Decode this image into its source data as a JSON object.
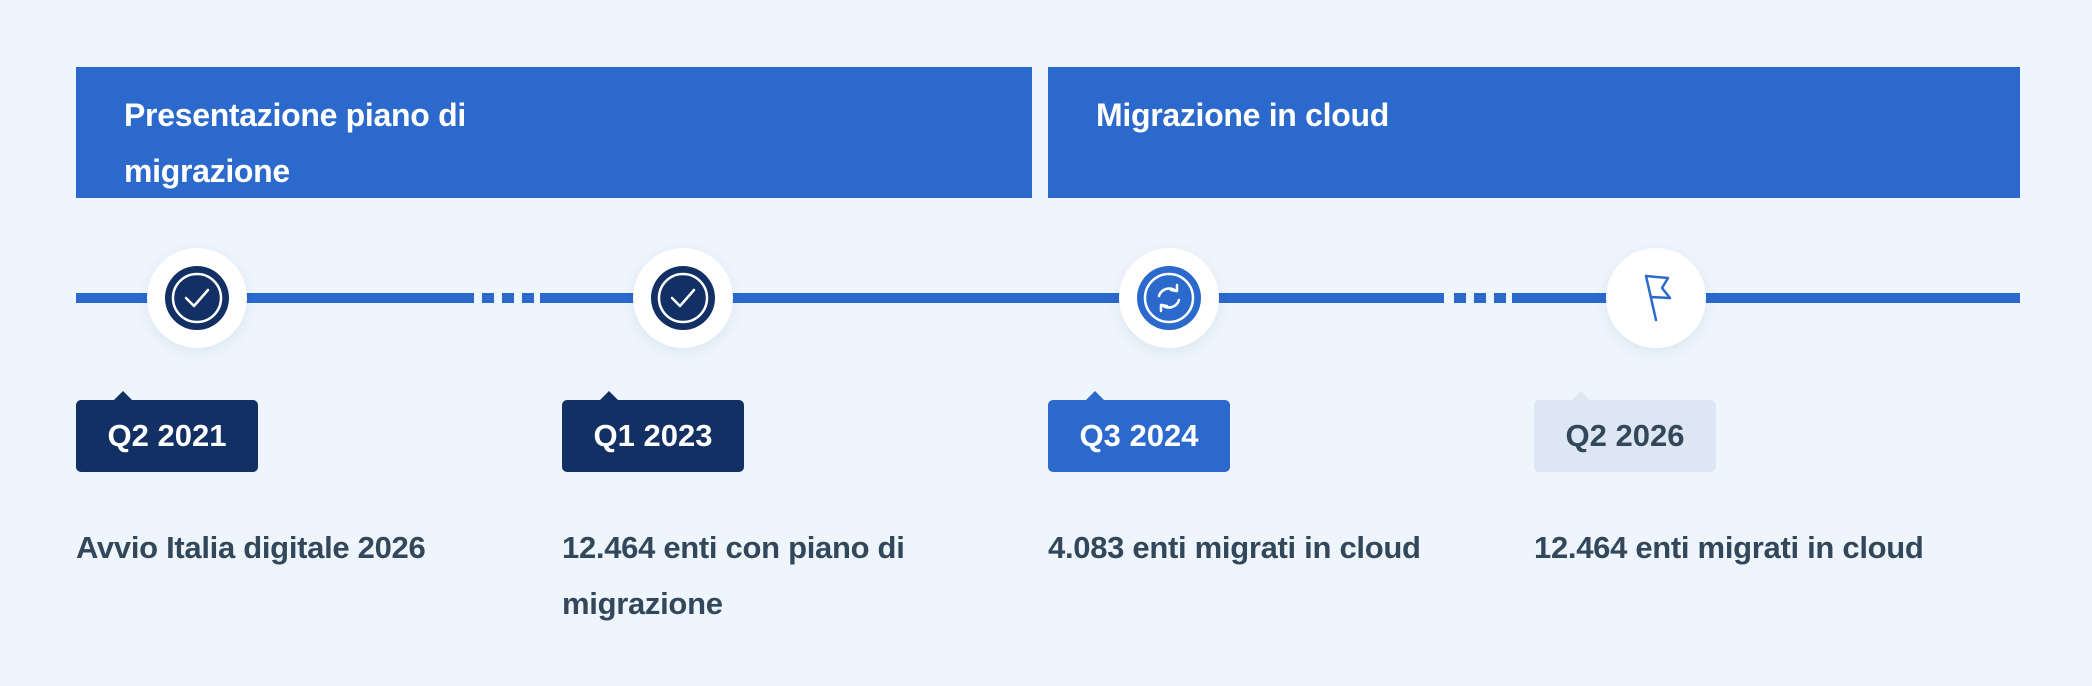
{
  "phases": [
    {
      "label": "Presentazione piano di migrazione"
    },
    {
      "label": "Migrazione in cloud"
    }
  ],
  "milestones": [
    {
      "date": "Q2 2021",
      "description": "Avvio Italia digitale 2026",
      "status": "completed",
      "icon": "check-icon"
    },
    {
      "date": "Q1 2023",
      "description": "12.464 enti con piano di migrazione",
      "status": "completed",
      "icon": "check-icon"
    },
    {
      "date": "Q3 2024",
      "description": "4.083 enti migrati in cloud",
      "status": "in-progress",
      "icon": "sync-icon"
    },
    {
      "date": "Q2 2026",
      "description": "12.464 enti migrati in cloud",
      "status": "upcoming",
      "icon": "flag-icon"
    }
  ],
  "colors": {
    "background": "#eef5fc",
    "primary": "#2c69cd",
    "completed": "#123064",
    "upcoming_badge": "#dde7f3",
    "text": "#33475b"
  }
}
